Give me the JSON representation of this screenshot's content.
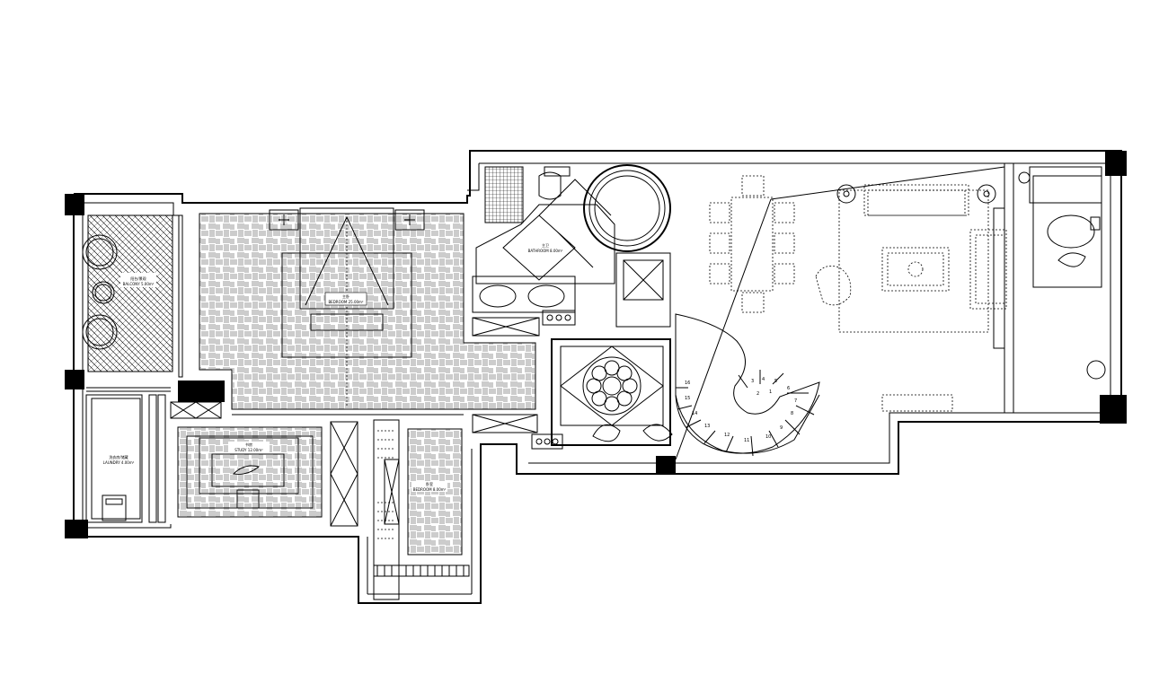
{
  "rooms": [
    {
      "id": "balcony-left",
      "name": "阳台/景观",
      "sub": "BALCONY 5.00m²"
    },
    {
      "id": "master-bedroom",
      "name": "主卧",
      "sub": "BEDROOM 25.00m²"
    },
    {
      "id": "laundry",
      "name": "洗衣房/储藏",
      "sub": "LAUNDRY 4.00m²"
    },
    {
      "id": "study",
      "name": "书房",
      "sub": "STUDY 12.00m²"
    },
    {
      "id": "bedroom-2",
      "name": "卧室",
      "sub": "BEDROOM 8.00m²"
    },
    {
      "id": "master-bath",
      "name": "主卫",
      "sub": "BATHROOM 8.00m²"
    }
  ],
  "stair_steps": [
    "1",
    "2",
    "3",
    "4",
    "5",
    "6",
    "7",
    "8",
    "9",
    "10",
    "11",
    "12",
    "13",
    "14",
    "15",
    "16"
  ]
}
